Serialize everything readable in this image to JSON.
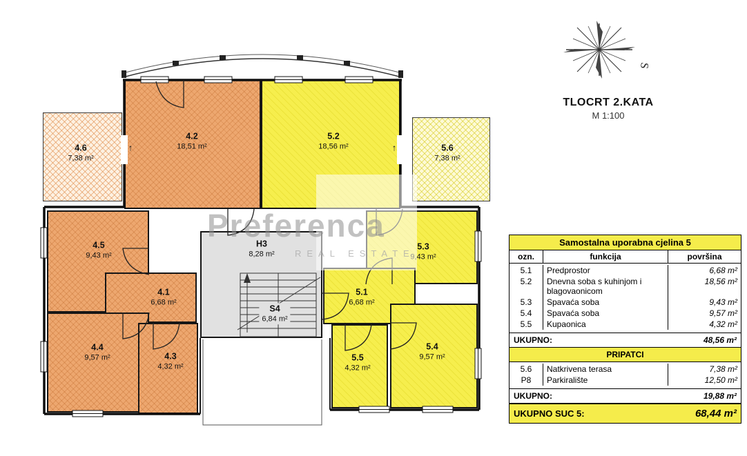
{
  "meta": {
    "title": "TLOCRT 2.KATA",
    "scale": "M 1:100",
    "compass_label": "S"
  },
  "watermark": {
    "brand": "Preferenca",
    "sub": "REAL ESTATE"
  },
  "colors": {
    "unit4_orange": "#eda76f",
    "unit5_yellow": "#f6ee4d",
    "stairwell_gray": "#e1e1e1",
    "table_accent": "#f5ec4b"
  },
  "rooms": [
    {
      "code": "4.6",
      "area": "7,38 m²"
    },
    {
      "code": "4.2",
      "area": "18,51 m²"
    },
    {
      "code": "5.2",
      "area": "18,56 m²"
    },
    {
      "code": "5.6",
      "area": "7,38 m²"
    },
    {
      "code": "4.5",
      "area": "9,43 m²"
    },
    {
      "code": "4.1",
      "area": "6,68 m²"
    },
    {
      "code": "4.4",
      "area": "9,57 m²"
    },
    {
      "code": "4.3",
      "area": "4,32 m²"
    },
    {
      "code": "H3",
      "area": "8,28 m²"
    },
    {
      "code": "S4",
      "area": "6,84 m²"
    },
    {
      "code": "5.3",
      "area": "9,43 m²"
    },
    {
      "code": "5.1",
      "area": "6,68 m²"
    },
    {
      "code": "5.5",
      "area": "4,32 m²"
    },
    {
      "code": "5.4",
      "area": "9,57 m²"
    }
  ],
  "entry_arrow": "↑",
  "table": {
    "title": "Samostalna uporabna cjelina 5",
    "col_headers": [
      "ozn.",
      "funkcija",
      "površina"
    ],
    "rows": [
      [
        "5.1",
        "Predprostor",
        "6,68 m²"
      ],
      [
        "5.2",
        "Dnevna soba s kuhinjom i blagovaonicom",
        "18,56 m²"
      ],
      [
        "5.3",
        "Spavaća soba",
        "9,43 m²"
      ],
      [
        "5.4",
        "Spavaća soba",
        "9,57 m²"
      ],
      [
        "5.5",
        "Kupaonica",
        "4,32 m²"
      ]
    ],
    "ukupno1": {
      "label": "UKUPNO:",
      "value": "48,56 m²"
    },
    "pripatci_title": "PRIPATCI",
    "pripatci_rows": [
      [
        "5.6",
        "Natkrivena terasa",
        "7,38 m²"
      ],
      [
        "P8",
        "Parkiralište",
        "12,50 m²"
      ]
    ],
    "ukupno2": {
      "label": "UKUPNO:",
      "value": "19,88 m²"
    },
    "total": {
      "label": "UKUPNO SUC 5:",
      "value": "68,44 m²"
    }
  }
}
